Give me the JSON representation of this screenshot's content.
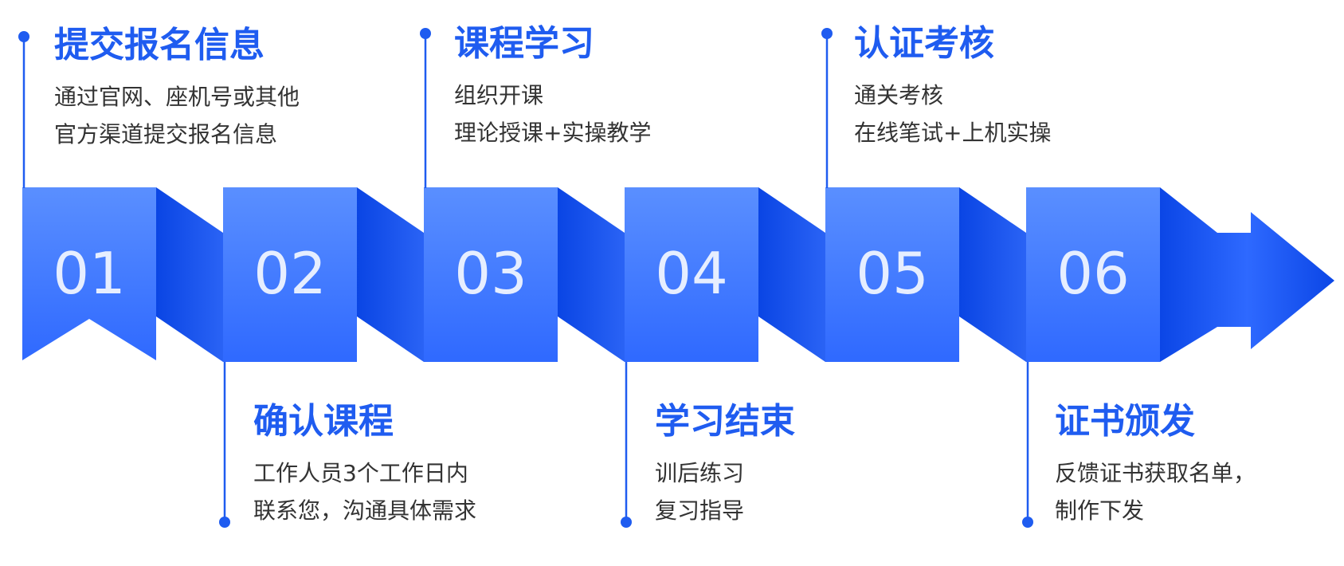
{
  "colors": {
    "accent": "#1f5cf0",
    "block_light": "#4f88ff",
    "block_mid": "#2f6bff",
    "fold_dark": "#0a46e6",
    "number_text": "#e6eeff",
    "desc_text": "#333333"
  },
  "steps": [
    {
      "number": "01",
      "title": "提交报名信息",
      "desc": [
        "通过官网、座机号或其他",
        "官方渠道提交报名信息"
      ]
    },
    {
      "number": "02",
      "title": "确认课程",
      "desc": [
        "工作人员3个工作日内",
        "联系您，沟通具体需求"
      ]
    },
    {
      "number": "03",
      "title": "课程学习",
      "desc": [
        "组织开课",
        "理论授课+实操教学"
      ]
    },
    {
      "number": "04",
      "title": "学习结束",
      "desc": [
        "训后练习",
        "复习指导"
      ]
    },
    {
      "number": "05",
      "title": "认证考核",
      "desc": [
        "通关考核",
        "在线笔试+上机实操"
      ]
    },
    {
      "number": "06",
      "title": "证书颁发",
      "desc": [
        "反馈证书获取名单，",
        "制作下发"
      ]
    }
  ]
}
